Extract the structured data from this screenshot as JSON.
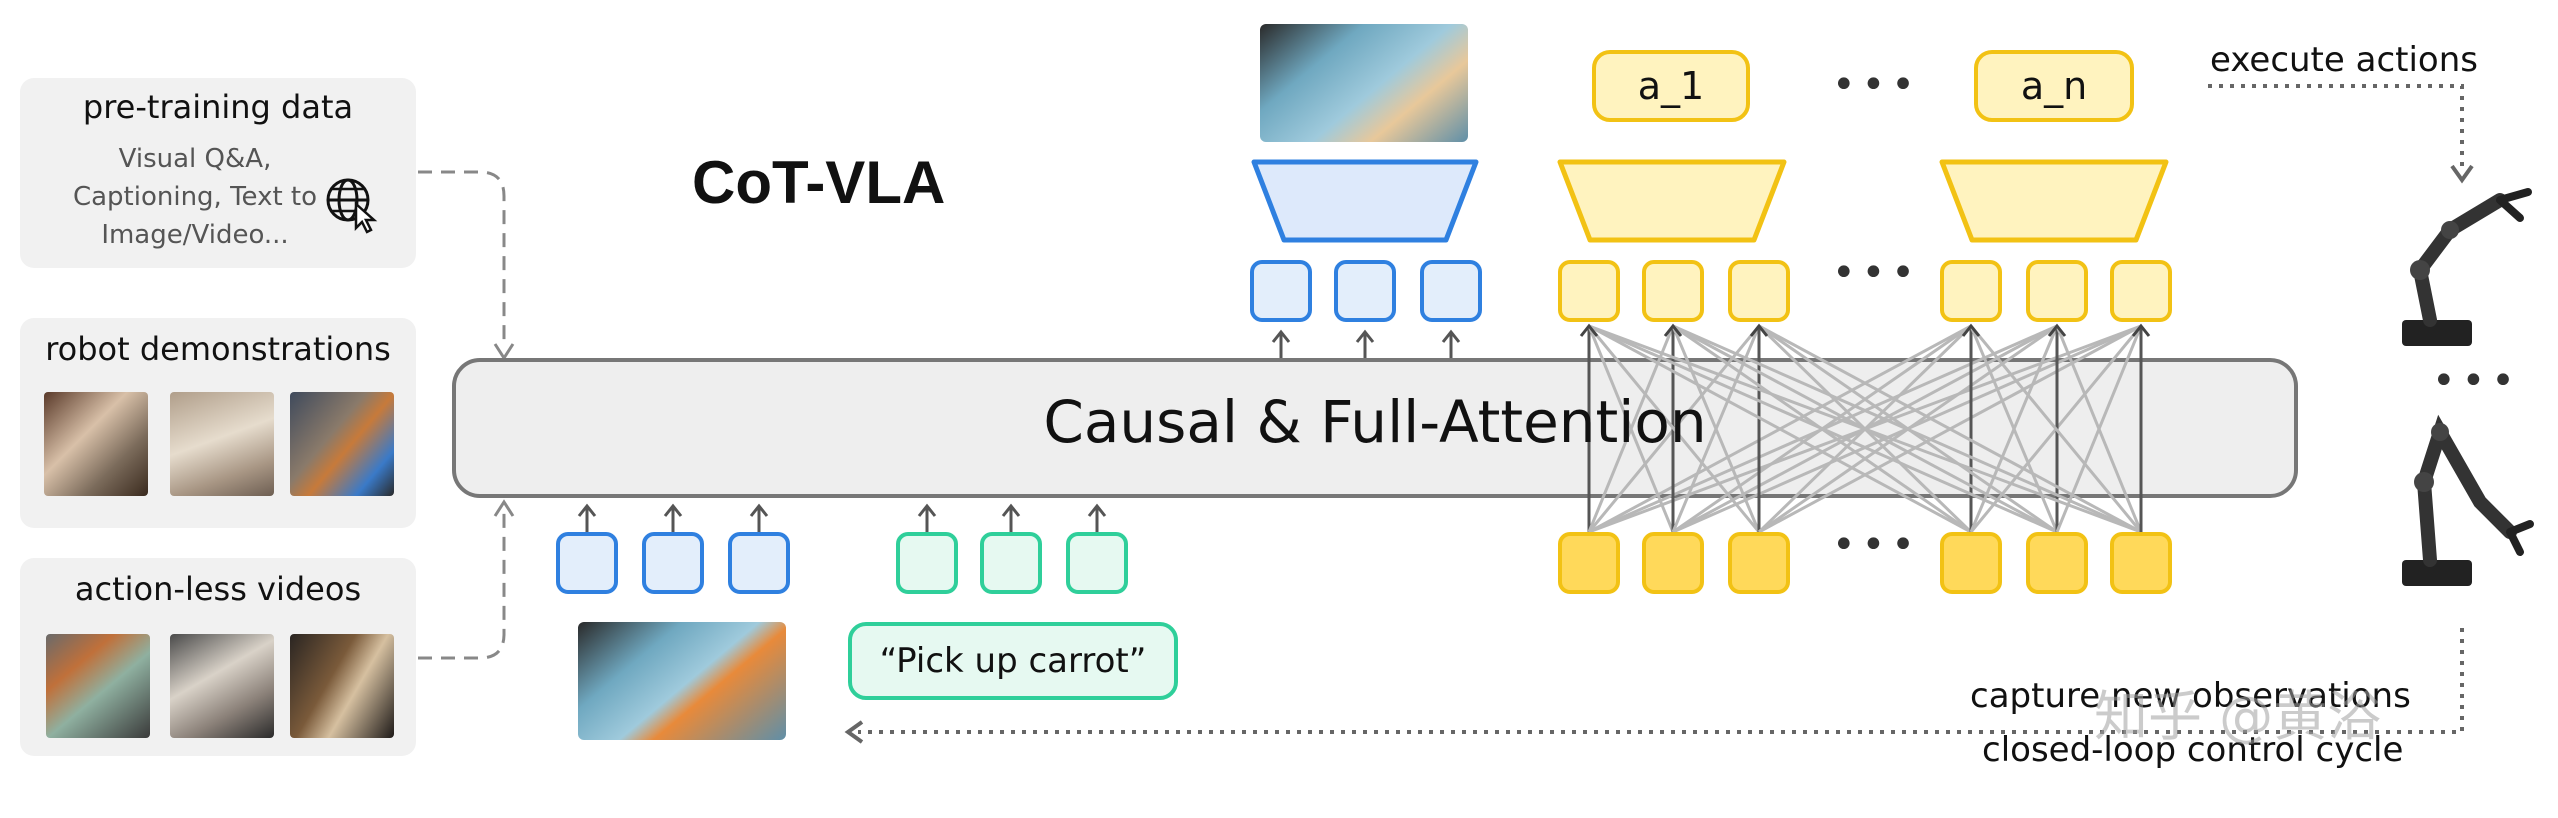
{
  "title": "CoT-VLA",
  "panels": {
    "pretraining": {
      "title": "pre-training data",
      "lines": [
        "Visual Q&A,",
        "Captioning, Text to",
        "Image/Video..."
      ],
      "icon": "globe-cursor-icon"
    },
    "robot_demos": {
      "title": "robot demonstrations"
    },
    "actionless": {
      "title": "action-less videos"
    }
  },
  "backbone_label": "Causal & Full-Attention",
  "instruction": "“Pick up carrot”",
  "actions": {
    "first": "a_1",
    "last": "a_n"
  },
  "captions": {
    "execute": "execute actions",
    "capture": "capture new observations",
    "loop": "closed-loop control cycle"
  },
  "watermark": "知乎 @黄浴",
  "colors": {
    "blue": "#2f80e0",
    "green": "#2fcf9a",
    "yellow": "#f2c214",
    "backbone": "#eeeeee"
  }
}
